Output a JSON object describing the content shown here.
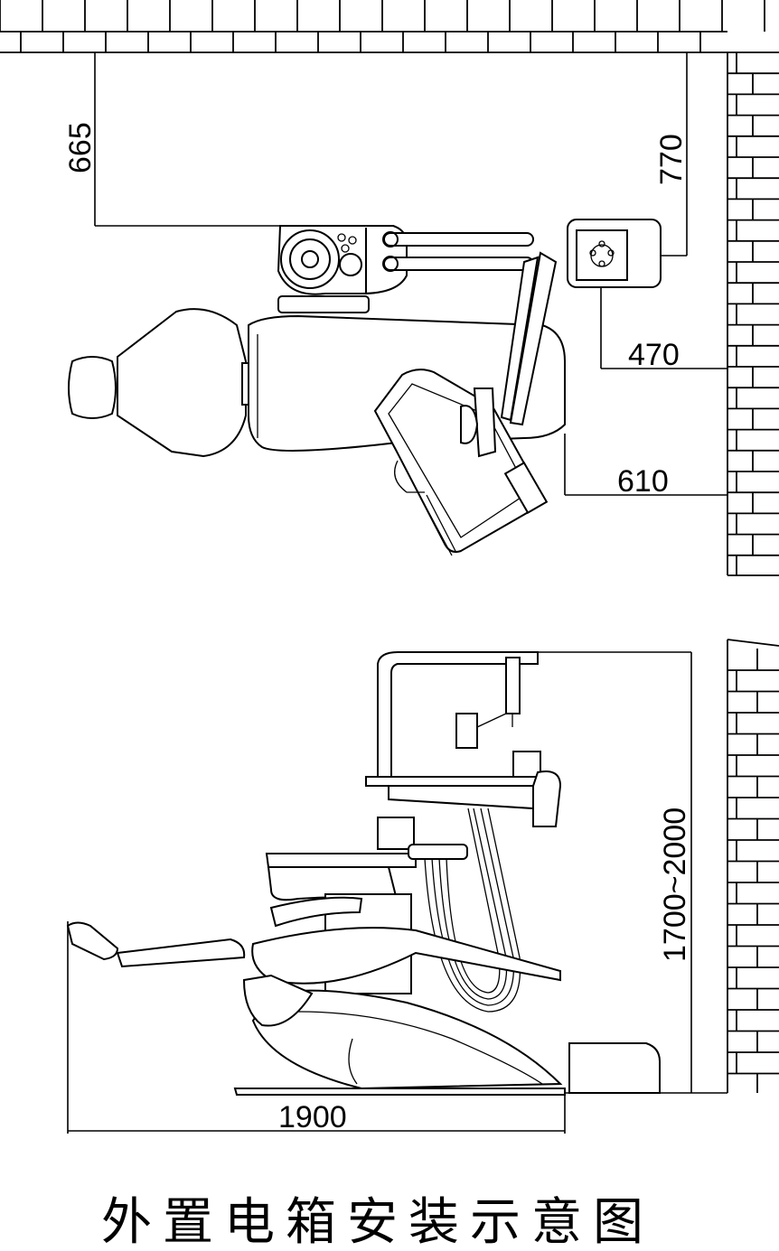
{
  "title": "外置电箱安装示意图",
  "dimensions": {
    "top_view": {
      "wall_to_chair_box": "665",
      "wall_to_electric_box_top": "770",
      "electric_box_to_wall": "470",
      "chair_to_wall": "610"
    },
    "side_view": {
      "height_range": "1700~2000",
      "chair_length": "1900"
    }
  }
}
